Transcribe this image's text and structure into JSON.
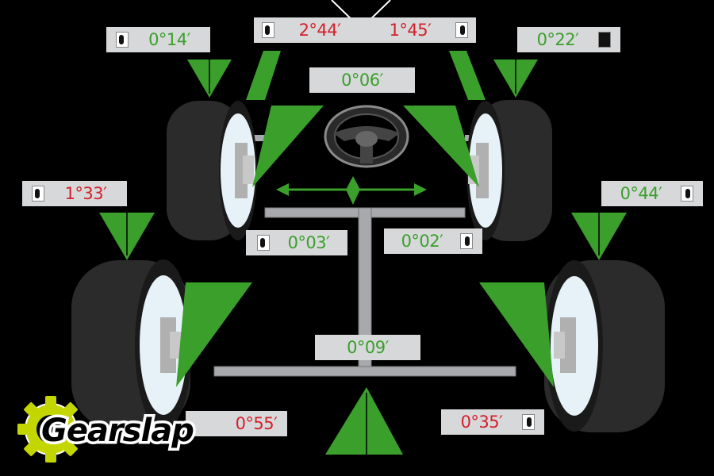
{
  "labels": {
    "front_left_camber": "0°14′",
    "front_left_caster": "2°44′",
    "front_right_caster": "1°45′",
    "front_right_camber": "0°22′",
    "steering_wheel": "0°06′",
    "rear_left_camber": "1°33′",
    "rear_right_camber": "0°44′",
    "front_left_toe": "0°03′",
    "front_right_toe": "0°02′",
    "thrust_angle": "0°09′",
    "rear_left_toe": "0°55′",
    "rear_right_toe": "0°35′"
  },
  "brand": {
    "logo_text": "Gearslap"
  },
  "colors": {
    "ok": "#3aa02b",
    "bad": "#d4202a",
    "arrow": "#3aa02b",
    "label_bg": "#d7d8da"
  }
}
